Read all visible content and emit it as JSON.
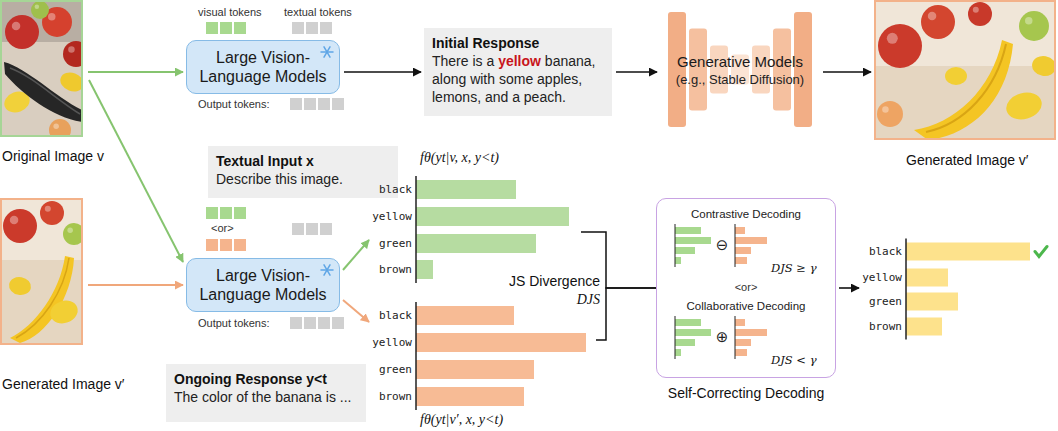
{
  "diagram": {
    "nodes": [
      {
        "text": [
          "Original Image v"
        ]
      },
      {
        "text": [
          "Large Vision-Language Models"
        ]
      },
      {
        "text": [
          "Initial Response",
          "There is a",
          "yellow",
          "banana, along with some apples, lemons, and a peach."
        ]
      },
      {
        "text": [
          "Generative Models",
          "(e.g., Stable Diffusion)"
        ]
      },
      {
        "text": [
          "Generated Image v′"
        ]
      },
      {
        "text": [
          "Textual Input x",
          "Describe this image."
        ]
      },
      {
        "text": [
          "Generated Image v′"
        ]
      },
      {
        "text": [
          "Large Vision-Language Models"
        ]
      },
      {
        "text": [
          "Ongoing Response y<t",
          "The color of the banana is ..."
        ]
      },
      {
        "text": [
          "fθ(yt|v, x, y<t)",
          "black",
          "yellow",
          "green",
          "brown"
        ]
      },
      {
        "text": [
          "fθ(yt|v′, x, y<t)",
          "black",
          "yellow",
          "green",
          "brown"
        ]
      },
      {
        "text": [
          "Self-Correcting Decoding"
        ]
      },
      {
        "text": [
          "Contrastive Decoding",
          "⊖",
          "DJS ≥ γ"
        ],
        "in": 11
      },
      {
        "text": [
          "Collaborative Decoding",
          "⊕",
          "DJS < γ"
        ],
        "in": 11
      },
      {
        "text": [
          "black",
          "yellow",
          "green",
          "brown"
        ]
      }
    ],
    "edges": [
      {
        "from": 0,
        "to": 1,
        "arrow": "to"
      },
      {
        "from": 1,
        "to": 2,
        "arrow": "to"
      },
      {
        "from": 2,
        "to": 3,
        "arrow": "to"
      },
      {
        "from": 3,
        "to": 4,
        "arrow": "to"
      },
      {
        "from": 0,
        "to": 7,
        "arrow": "to"
      },
      {
        "from": 6,
        "to": 7,
        "arrow": "to"
      },
      {
        "from": 7,
        "to": 9,
        "arrow": "to"
      },
      {
        "from": 7,
        "to": 10,
        "arrow": "to"
      },
      {
        "from": 9,
        "to": 11,
        "arrow": "none"
      },
      {
        "from": 10,
        "to": 11,
        "arrow": "none"
      },
      {
        "from": 11,
        "to": 14,
        "arrow": "to"
      }
    ],
    "labels": [
      "visual tokens",
      "textual tokens",
      "Output tokens:",
      "<or>",
      "Output tokens:",
      "JS Divergence",
      "DJS",
      "<or>"
    ]
  }
}
